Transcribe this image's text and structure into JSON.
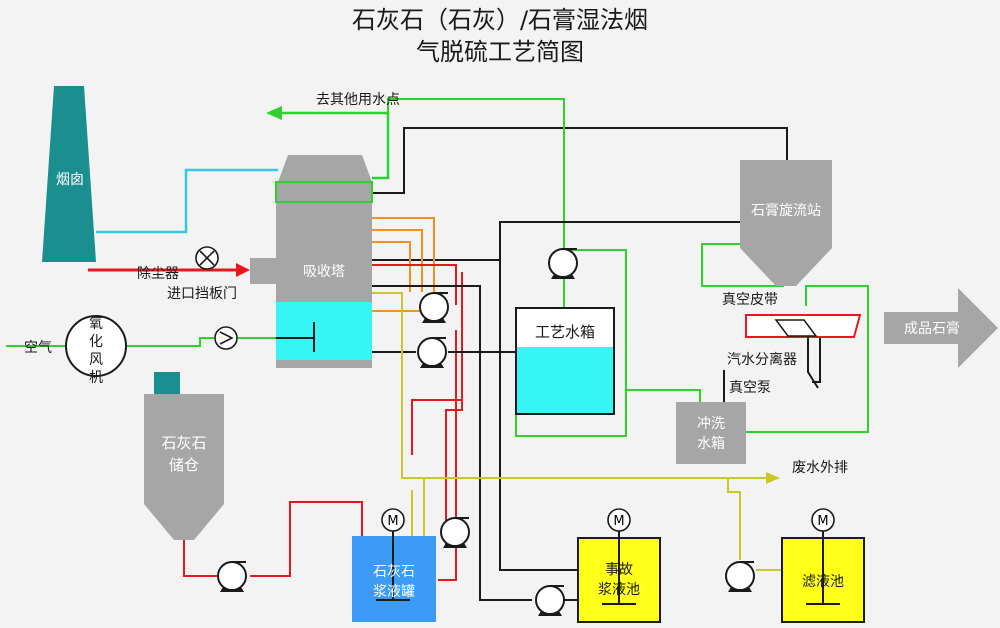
{
  "title": {
    "line1": "石灰石（石灰）/石膏湿法烟",
    "line2": "气脱硫工艺简图"
  },
  "labels": {
    "chimney": "烟囱",
    "absorber": "吸收塔",
    "damper": "除尘器",
    "damper2": "进口挡板门",
    "air": "空气",
    "fan_l1": "氧",
    "fan_l2": "化",
    "fan_l3": "风",
    "fan_l4": "机",
    "silo_l1": "石灰石",
    "silo_l2": "储仓",
    "to_water": "去其他用水点",
    "process_tank": "工艺水箱",
    "cyclone": "石膏旋流站",
    "belt": "真空皮带",
    "separator": "汽水分离器",
    "vacuum_pump": "真空泵",
    "wash_l1": "冲洗",
    "wash_l2": "水箱",
    "product": "成品石膏",
    "waste": "废水外排",
    "slurry_l1": "石灰石",
    "slurry_l2": "浆液罐",
    "accident_l1": "事故",
    "accident_l2": "浆液池",
    "filtrate": "滤液池",
    "motor": "M"
  },
  "colors": {
    "gray": "#a6a6a6",
    "teal": "#1b8f8f",
    "cyan": "#38f5f5",
    "blue": "#3c9cf5",
    "yellow": "#ffff1a",
    "red": "#e8191e",
    "green": "#2ed12e",
    "orange": "#f5921e",
    "olive": "#c8c82a",
    "lightblue": "#32c8e6",
    "black": "#1a1a1a"
  },
  "icons": {
    "valve": "valve-x-icon",
    "pump": "pump-icon",
    "motor": "motor-icon",
    "arrow": "arrow-icon"
  }
}
